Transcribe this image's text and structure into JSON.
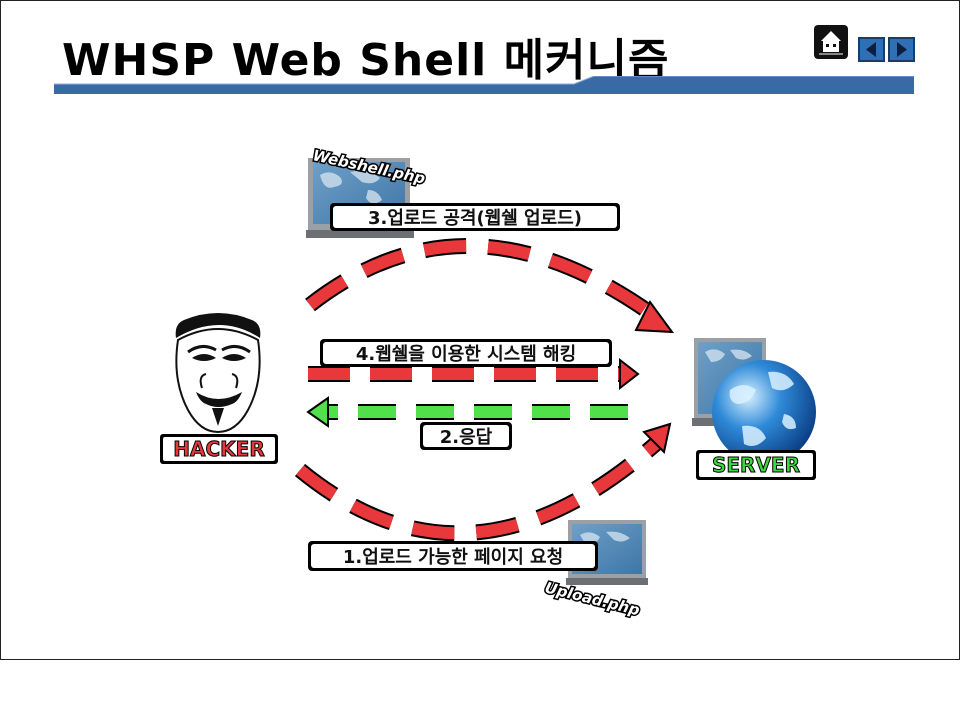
{
  "slide": {
    "title": "WHSP Web Shell 메커니즘"
  },
  "nav": {
    "home_icon": "home-icon",
    "prev_icon": "prev-arrow-icon",
    "next_icon": "next-arrow-icon"
  },
  "diagram": {
    "hacker_label": "HACKER",
    "server_label": "SERVER",
    "file_top": "Webshell.php",
    "file_bottom": "Upload.php",
    "step1": "1.업로드 가능한 페이지 요청",
    "step2": "2.응답",
    "step3": "3.업로드 공격(웹쉘 업로드)",
    "step4": "4.웹쉘을 이용한 시스템 해킹",
    "colors": {
      "red_arrow": "#e8383b",
      "green_arrow": "#4fe04a",
      "rule_blue": "#3a6aa6",
      "hacker_text": "#e8383b",
      "server_text": "#3ed63e"
    }
  }
}
